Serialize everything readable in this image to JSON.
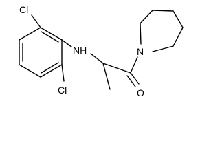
{
  "molecule": {
    "atoms": {
      "chlorine_top": "Cl",
      "amine": "NH",
      "chlorine_bottom": "Cl",
      "ring_nitrogen": "N",
      "carbonyl_oxygen": "O"
    }
  }
}
